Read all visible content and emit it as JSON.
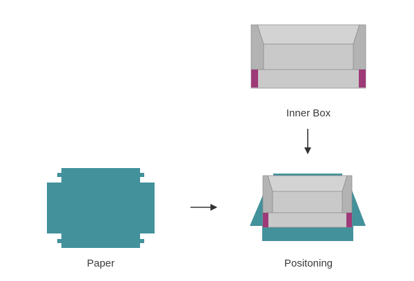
{
  "labels": {
    "inner_box": "Inner Box",
    "paper": "Paper",
    "positioning": "Positoning"
  },
  "colors": {
    "paper": "#43919b",
    "box_face": "#c9c9c9",
    "box_light": "#d3d3d3",
    "box_dark": "#b3b3b3",
    "box_edge": "#8e8e8e",
    "corner_tab": "#9e3a78",
    "arrow": "#333333",
    "background": "#ffffff"
  },
  "icons": {
    "arrow_down": "arrow-down-icon",
    "arrow_right": "arrow-right-icon"
  }
}
